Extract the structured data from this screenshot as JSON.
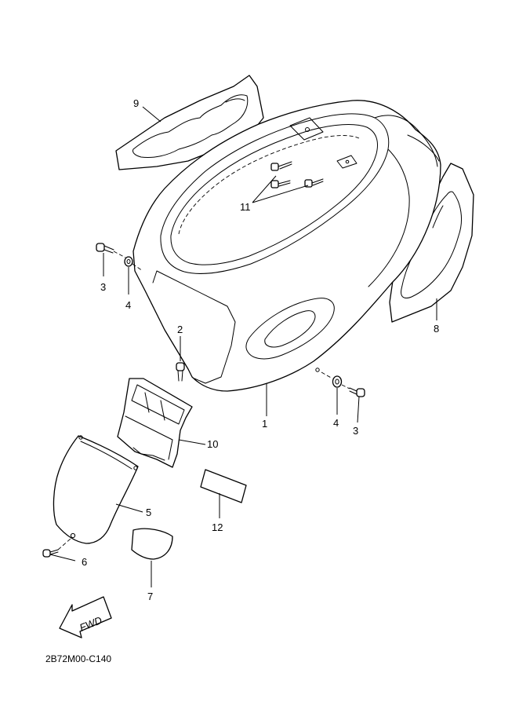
{
  "diagram_code": "2B72M00-C140",
  "fwd_label": "FWD",
  "callouts": {
    "p1": "1",
    "p2": "2",
    "p3a": "3",
    "p3b": "3",
    "p4a": "4",
    "p4b": "4",
    "p5": "5",
    "p6": "6",
    "p7": "7",
    "p8": "8",
    "p9": "9",
    "p10": "10",
    "p11": "11",
    "p12": "12"
  }
}
